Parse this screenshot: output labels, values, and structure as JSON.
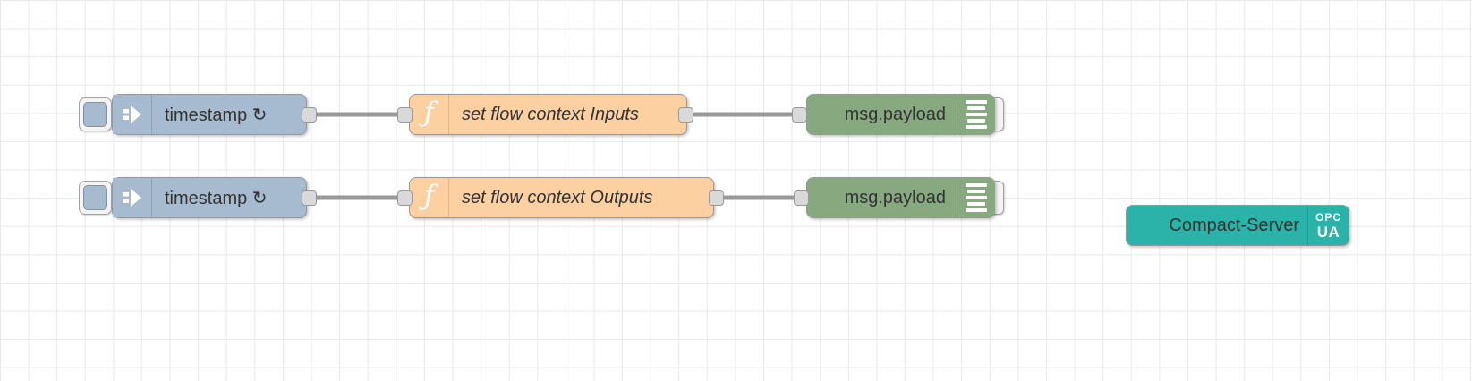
{
  "canvas": {
    "background_color": "#ffffff",
    "grid_color": "#e9e9e9",
    "wire_color": "#999999"
  },
  "nodes": {
    "inject1": {
      "type": "inject",
      "label": "timestamp ↻",
      "color": "#a6bbcf"
    },
    "function1": {
      "type": "function",
      "label": "set flow context Inputs",
      "color": "#fdd0a2",
      "icon_glyph": "ƒ"
    },
    "debug1": {
      "type": "debug",
      "label": "msg.payload",
      "color": "#87a980"
    },
    "inject2": {
      "type": "inject",
      "label": "timestamp ↻",
      "color": "#a6bbcf"
    },
    "function2": {
      "type": "function",
      "label": "set flow context Outputs",
      "color": "#fdd0a2",
      "icon_glyph": "ƒ"
    },
    "debug2": {
      "type": "debug",
      "label": "msg.payload",
      "color": "#87a980"
    },
    "server": {
      "type": "opcua-compact-server",
      "label": "Compact-Server",
      "color": "#2ab3a8",
      "badge": {
        "line1": "OPC",
        "line2": "UA"
      }
    }
  }
}
